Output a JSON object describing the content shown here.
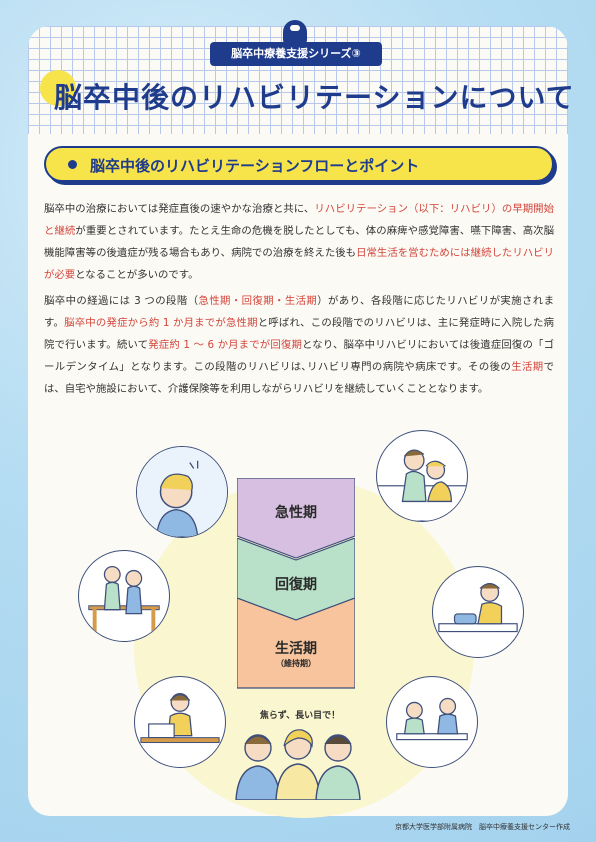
{
  "series_tag": "脳卒中療養支援シリーズ③",
  "main_title": "脳卒中後のリハビリテーションについて",
  "subtitle": "脳卒中後のリハビリテーションフローとポイント",
  "paragraph1": [
    {
      "text": "脳卒中の治療においては発症直後の速やかな治療と共に、",
      "red": false
    },
    {
      "text": "リハビリテーション（以下：リハビリ）の早期開始と継続",
      "red": true
    },
    {
      "text": "が重要とされています。たとえ生命の危機を脱したとしても、体の麻痺や感覚障害、嚥下障害、高次脳機能障害等の後遺症が残る場合もあり、病院での治療を終えた後も",
      "red": false
    },
    {
      "text": "日常生活を営むためには継続したリハビリが必要",
      "red": true
    },
    {
      "text": "となることが多いのです。",
      "red": false
    }
  ],
  "paragraph2": [
    {
      "text": "脳卒中の経過には 3 つの段階（",
      "red": false
    },
    {
      "text": "急性期・回復期・生活期",
      "red": true
    },
    {
      "text": "）があり、各段階に応じたリハビリが実施されます。",
      "red": false
    },
    {
      "text": "脳卒中の発症から約 1 か月までが急性期",
      "red": true
    },
    {
      "text": "と呼ばれ、この段階でのリハビリは、主に発症時に入院した病院で行います。続いて",
      "red": false
    },
    {
      "text": "発症約 1 〜 6 か月までが回復期",
      "red": true
    },
    {
      "text": "となり、脳卒中リハビリにおいては後遺症回復の「ゴールデンタイム」となります。この段階のリハビリは､リハビリ専門の病院や病床です。その後の",
      "red": false
    },
    {
      "text": "生活期",
      "red": true
    },
    {
      "text": "では、自宅や施設において、介護保険等を利用しながらリハビリを継続していくこととなります。",
      "red": false
    }
  ],
  "phases": [
    {
      "label": "急性期",
      "sub": "",
      "color": "#d6bfe0"
    },
    {
      "label": "回復期",
      "sub": "",
      "color": "#b9e0c8"
    },
    {
      "label": "生活期",
      "sub": "（維持期）",
      "color": "#f7c49d"
    }
  ],
  "motto": "焦らず、長い目で！",
  "footer": "京都大学医学部附属病院　脳卒中療養支援センター作成",
  "colors": {
    "navy": "#1f3b8c",
    "yellow": "#f7e34a",
    "red": "#d4453b"
  }
}
